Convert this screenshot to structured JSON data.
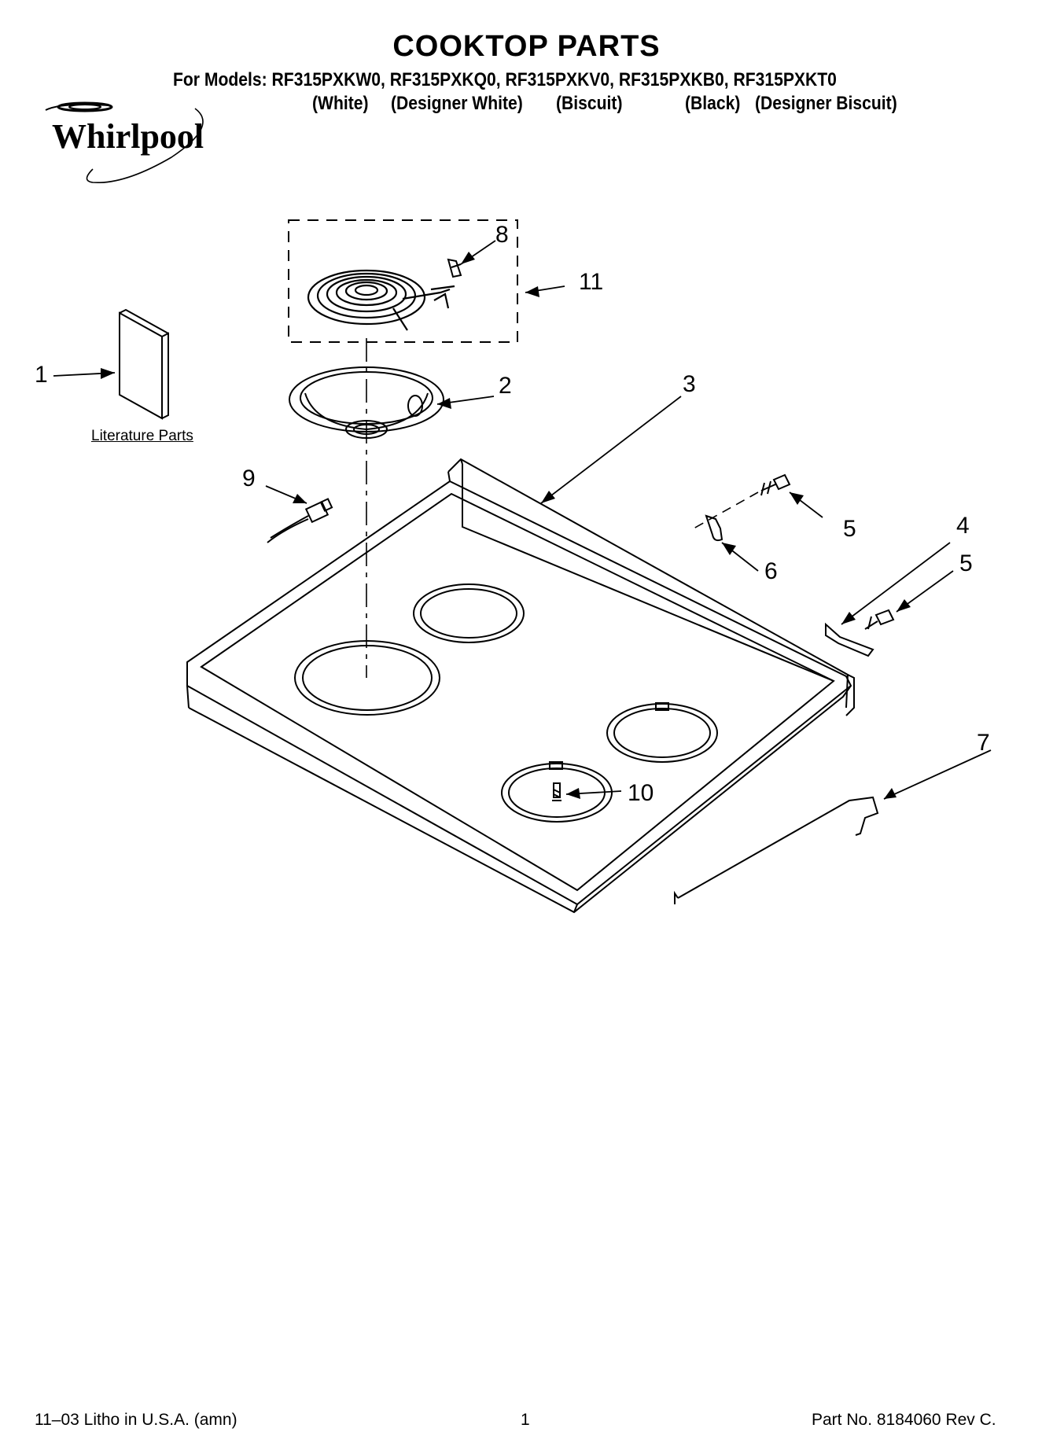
{
  "title": "COOKTOP PARTS",
  "models_line": "For Models: RF315PXKW0, RF315PXKQ0, RF315PXKV0, RF315PXKB0, RF315PXKT0",
  "variants": [
    "(White)",
    "(Designer White)",
    "(Biscuit)",
    "(Black)",
    "(Designer Biscuit)"
  ],
  "brand": "Whirlpool",
  "literature_label": "Literature Parts",
  "callouts": [
    "1",
    "2",
    "3",
    "4",
    "5",
    "5",
    "6",
    "7",
    "8",
    "9",
    "10",
    "11"
  ],
  "footer": {
    "left": "11–03 Litho in U.S.A. (amn)",
    "center": "1",
    "right": "Part No. 8184060 Rev C."
  }
}
